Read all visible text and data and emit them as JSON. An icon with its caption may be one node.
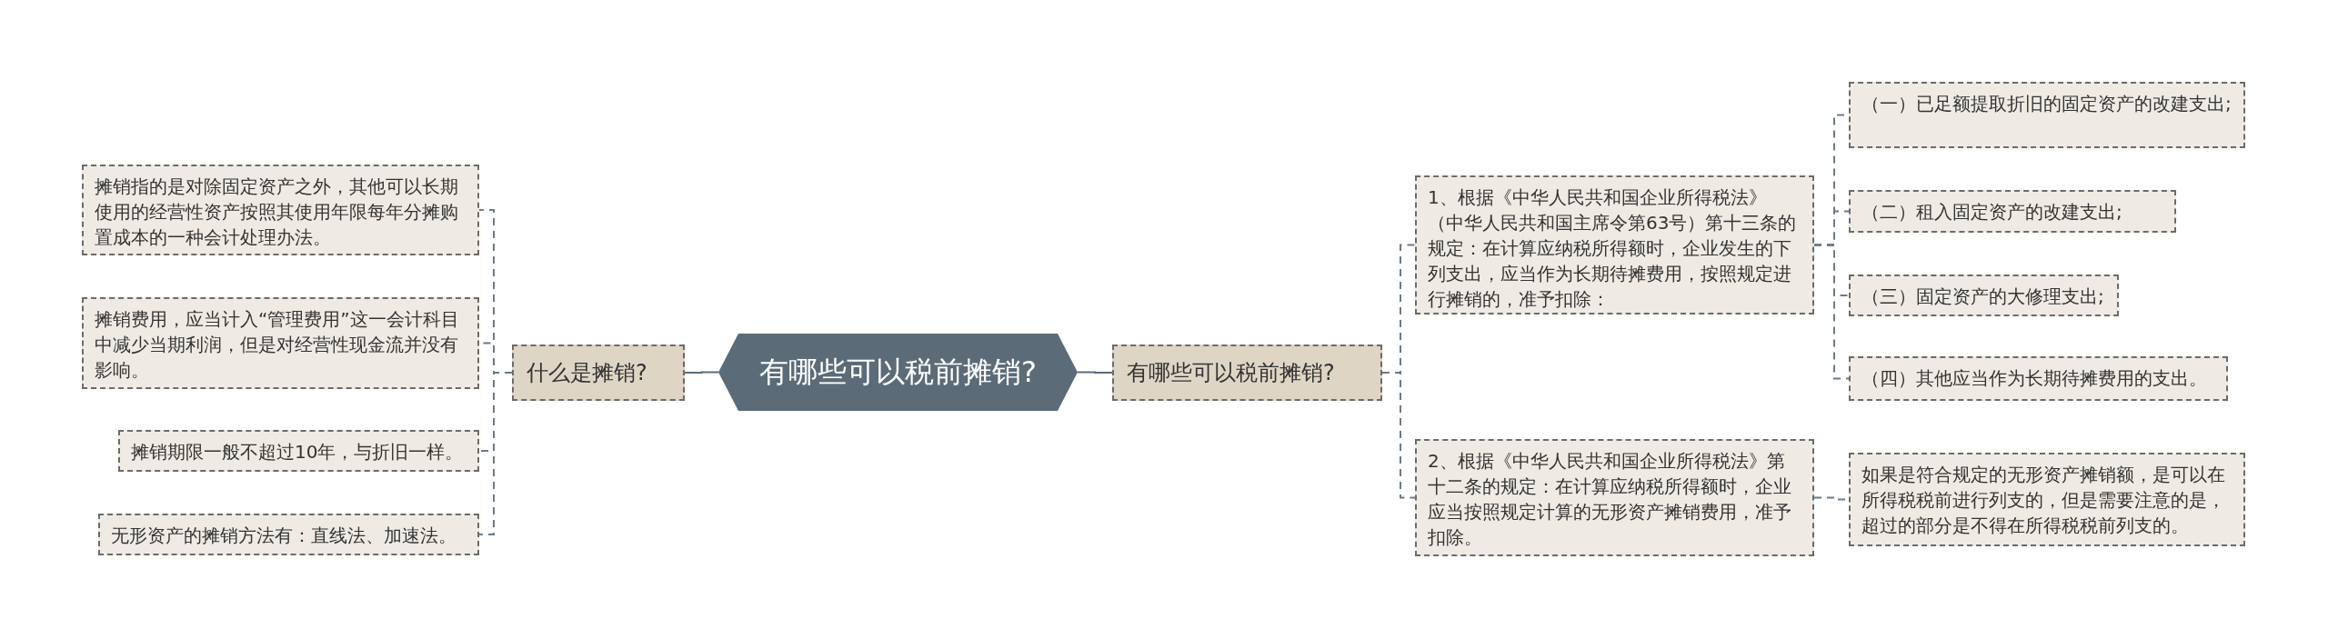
{
  "diagram": {
    "nodes": [
      {
        "text": [
          "有哪些可以税前摊销?"
        ]
      },
      {
        "text": [
          "什么是摊销?"
        ]
      },
      {
        "text": [
          "摊销指的是对除固定资产之外，其他可以长期使用的经营性资产按照其使用年限每年分摊购置成本的一种会计处理办法。"
        ]
      },
      {
        "text": [
          "摊销费用，应当计入“管理费用”这一会计科目中减少当期利润，但是对经营性现金流并没有影响。"
        ]
      },
      {
        "text": [
          "摊销期限一般不超过10年，与折旧一样。"
        ]
      },
      {
        "text": [
          "无形资产的摊销方法有：直线法、加速法。"
        ]
      },
      {
        "text": [
          "有哪些可以税前摊销?"
        ]
      },
      {
        "text": [
          "1、根据《中华人民共和国企业所得税法》（中华人民共和国主席令第63号）第十三条的规定：在计算应纳税所得额时，企业发生的下列支出，应当作为长期待摊费用，按照规定进行摊销的，准予扣除："
        ]
      },
      {
        "text": [
          "（一）已足额提取折旧的固定资产的改建支出;"
        ]
      },
      {
        "text": [
          "（二）租入固定资产的改建支出;"
        ]
      },
      {
        "text": [
          "（三）固定资产的大修理支出;"
        ]
      },
      {
        "text": [
          "（四）其他应当作为长期待摊费用的支出。"
        ]
      },
      {
        "text": [
          "2、根据《中华人民共和国企业所得税法》第十二条的规定：在计算应纳税所得额时，企业应当按照规定计算的无形资产摊销费用，准予扣除。"
        ]
      },
      {
        "text": [
          "如果是符合规定的无形资产摊销额，是可以在所得税税前进行列支的，但是需要注意的是，超过的部分是不得在所得税税前列支的。"
        ]
      }
    ],
    "edges": [
      {
        "from": 0,
        "to": 1,
        "arrow": "none"
      },
      {
        "from": 1,
        "to": 2,
        "arrow": "none",
        "style": "dashed"
      },
      {
        "from": 1,
        "to": 3,
        "arrow": "none",
        "style": "dashed"
      },
      {
        "from": 1,
        "to": 4,
        "arrow": "none",
        "style": "dashed"
      },
      {
        "from": 1,
        "to": 5,
        "arrow": "none",
        "style": "dashed"
      },
      {
        "from": 0,
        "to": 6,
        "arrow": "none"
      },
      {
        "from": 6,
        "to": 7,
        "arrow": "none",
        "style": "dashed"
      },
      {
        "from": 6,
        "to": 12,
        "arrow": "none",
        "style": "dashed"
      },
      {
        "from": 7,
        "to": 8,
        "arrow": "none",
        "style": "dashed"
      },
      {
        "from": 7,
        "to": 9,
        "arrow": "none",
        "style": "dashed"
      },
      {
        "from": 7,
        "to": 10,
        "arrow": "none",
        "style": "dashed"
      },
      {
        "from": 7,
        "to": 11,
        "arrow": "none",
        "style": "dashed"
      },
      {
        "from": 12,
        "to": 13,
        "arrow": "none",
        "style": "dashed"
      }
    ]
  }
}
